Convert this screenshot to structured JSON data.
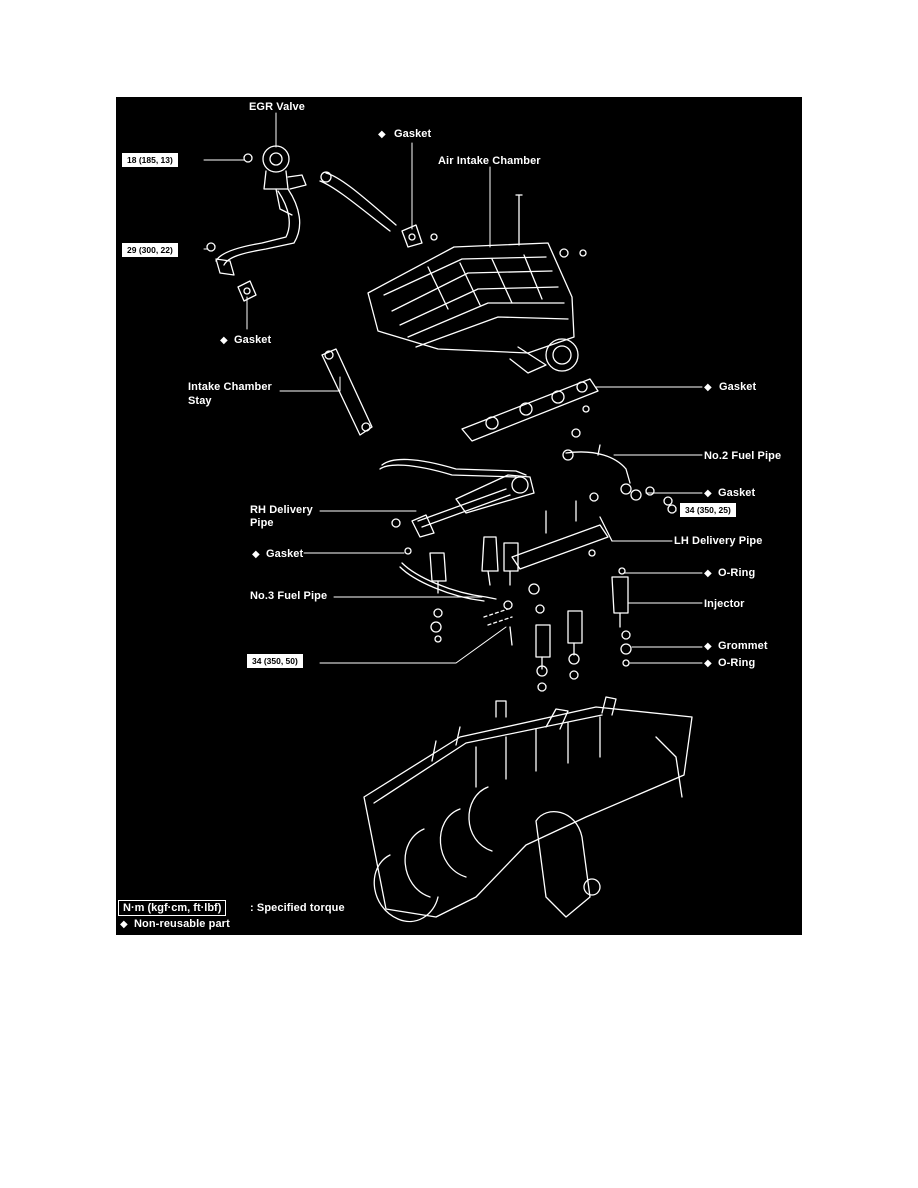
{
  "colors": {
    "background": "#000000",
    "ink": "#ffffff",
    "page": "#ffffff"
  },
  "icons": {
    "non_reusable": "diamond-icon"
  },
  "labels": {
    "egr_valve": "EGR Valve",
    "gasket_top": "Gasket",
    "air_intake_chamber": "Air Intake Chamber",
    "gasket_egr_bottom": "Gasket",
    "intake_chamber_stay_line1": "Intake Chamber",
    "intake_chamber_stay_line2": "Stay",
    "gasket_intake": "Gasket",
    "no2_fuel_pipe": "No.2 Fuel Pipe",
    "gasket_no2": "Gasket",
    "rh_delivery_pipe_line1": "RH Delivery",
    "rh_delivery_pipe_line2": "Pipe",
    "gasket_rh": "Gasket",
    "lh_delivery_pipe": "LH Delivery Pipe",
    "o_ring_top": "O-Ring",
    "no3_fuel_pipe": "No.3 Fuel Pipe",
    "injector": "Injector",
    "grommet": "Grommet",
    "o_ring_bottom": "O-Ring"
  },
  "torques": {
    "egr_valve": "18 (185, 13)",
    "egr_pipe": "29 (300, 22)",
    "no2_fuel_pipe": "34 (350, 25)",
    "no3_fuel_pipe": "34 (350, 50)"
  },
  "legend": {
    "unit": "N·m (kgf·cm, ft·lbf)",
    "unit_desc": ": Specified torque",
    "non_reusable": "Non-reusable part"
  }
}
